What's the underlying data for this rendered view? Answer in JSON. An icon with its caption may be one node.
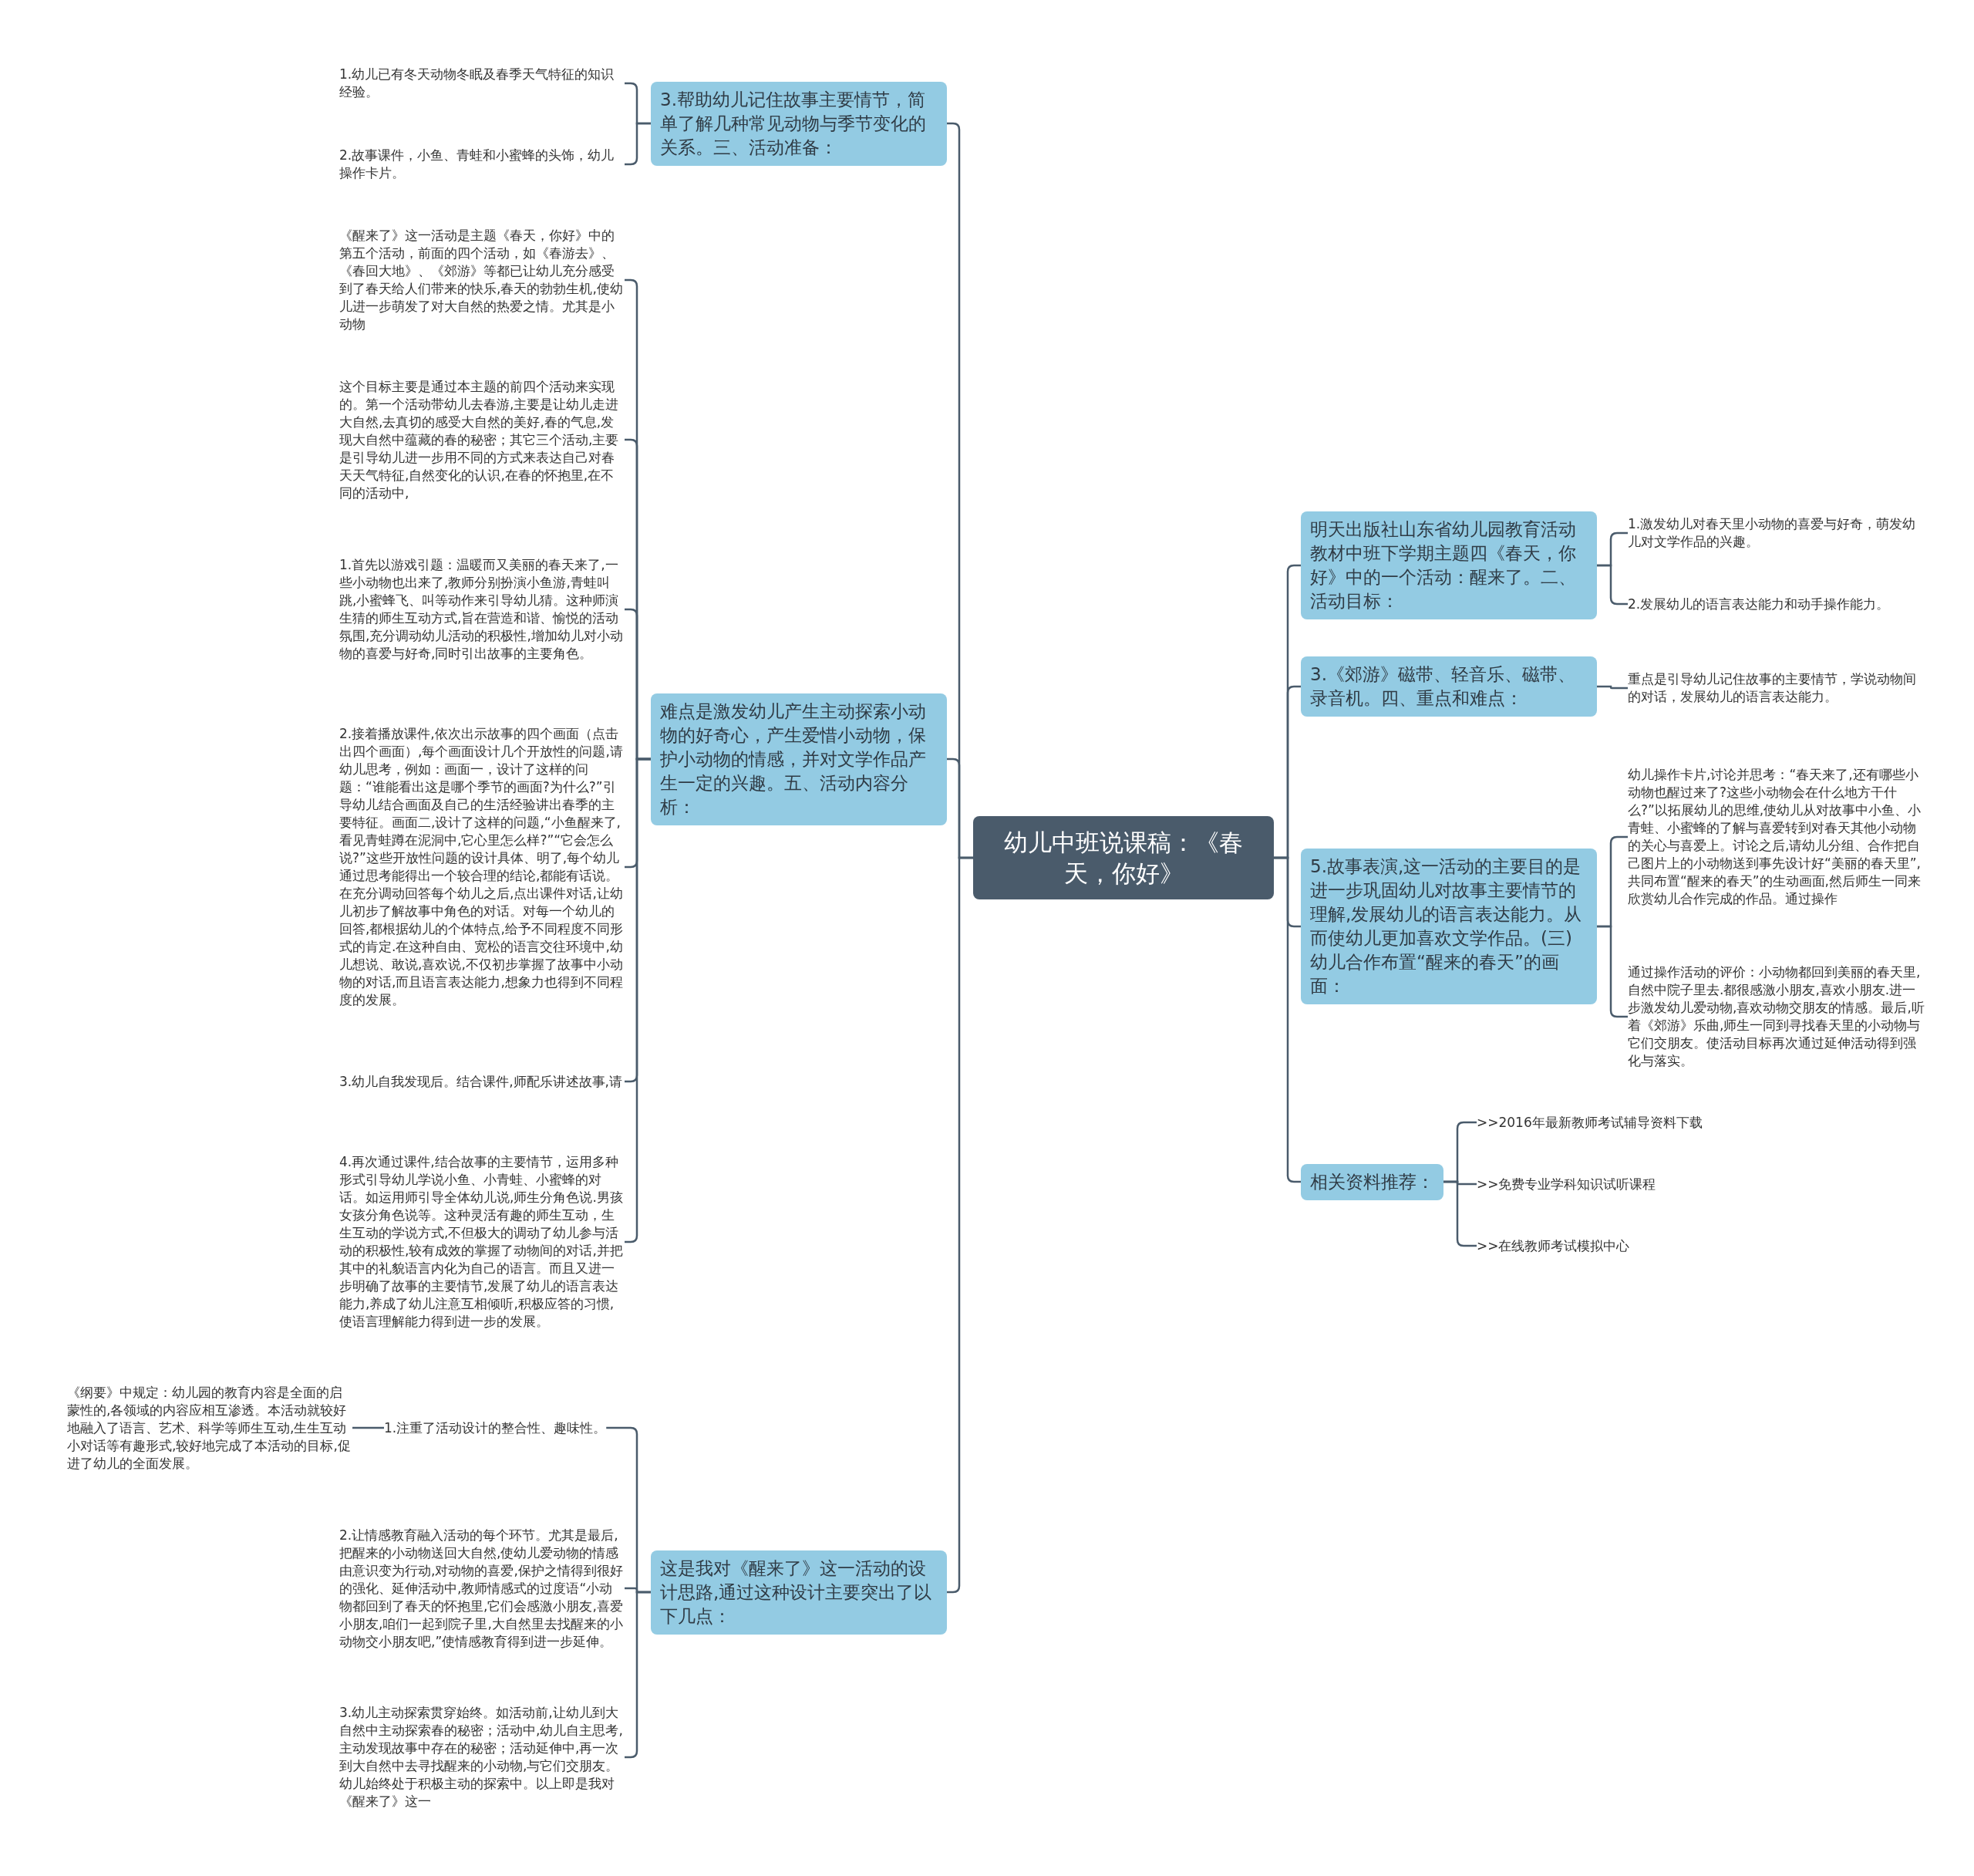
{
  "diagram": {
    "nodes": [
      {
        "text": [
          "幼儿中班说课稿：《春天，你好》"
        ]
      },
      {
        "text": [
          "3.帮助幼儿记住故事主要情节，简单了解几种常见动物与季节变化的关系。三、活动准备："
        ]
      },
      {
        "text": [
          "难点是激发幼儿产生主动探索小动物的好奇心，产生爱惜小动物，保护小动物的情感，并对文学作品产生一定的兴趣。五、活动内容分析："
        ]
      },
      {
        "text": [
          "这是我对《醒来了》这一活动的设计思路,通过这种设计主要突出了以下几点："
        ]
      },
      {
        "text": [
          "明天出版社山东省幼儿园教育活动教材中班下学期主题四《春天，你好》中的一个活动：醒来了。二、活动目标："
        ]
      },
      {
        "text": [
          "3.《郊游》磁带、轻音乐、磁带、录音机。四、重点和难点："
        ]
      },
      {
        "text": [
          "5.故事表演,这一活动的主要目的是进一步巩固幼儿对故事主要情节的理解,发展幼儿的语言表达能力。从而使幼儿更加喜欢文学作品。(三)幼儿合作布置“醒来的春天”的画面："
        ]
      },
      {
        "text": [
          "相关资料推荐："
        ]
      },
      {
        "text": [
          "1.幼儿已有冬天动物冬眠及春季天气特征的知识经验。"
        ]
      },
      {
        "text": [
          "2.故事课件，小鱼、青蛙和小蜜蜂的头饰，幼儿操作卡片。"
        ]
      },
      {
        "text": [
          "《醒来了》这一活动是主题《春天，你好》中的第五个活动，前面的四个活动，如《春游去》、《春回大地》、《郊游》等都已让幼儿充分感受到了春天给人们带来的快乐,春天的勃勃生机,使幼儿进一步萌发了对大自然的热爱之情。尤其是小动物"
        ]
      },
      {
        "text": [
          "这个目标主要是通过本主题的前四个活动来实现的。第一个活动带幼儿去春游,主要是让幼儿走进大自然,去真切的感受大自然的美好,春的气息,发现大自然中蕴藏的春的秘密；其它三个活动,主要是引导幼儿进一步用不同的方式来表达自己对春天天气特征,自然变化的认识,在春的怀抱里,在不同的活动中,"
        ]
      },
      {
        "text": [
          "1.首先以游戏引题：温暖而又美丽的春天来了,一些小动物也出来了,教师分别扮演小鱼游,青蛙叫跳,小蜜蜂飞、叫等动作来引导幼儿猜。这种师演生猜的师生互动方式,旨在营造和谐、愉悦的活动氛围,充分调动幼儿活动的积极性,增加幼儿对小动物的喜爱与好奇,同时引出故事的主要角色。"
        ]
      },
      {
        "text": [
          "2.接着播放课件,依次出示故事的四个画面（点击出四个画面）,每个画面设计几个开放性的问题,请幼儿思考，例如：画面一，设计了这样的问题：“谁能看出这是哪个季节的画面?为什么?”引导幼儿结合画面及自己的生活经验讲出春季的主要特征。画面二,设计了这样的问题,“小鱼醒来了,看见青蛙蹲在泥洞中,它心里怎么样?”“它会怎么说?”这些开放性问题的设计具体、明了,每个幼儿通过思考能得出一个较合理的结论,都能有话说。在充分调动回答每个幼儿之后,点出课件对话,让幼儿初步了解故事中角色的对话。对每一个幼儿的回答,都根据幼儿的个体特点,给予不同程度不同形式的肯定.在这种自由、宽松的语言交往环境中,幼儿想说、敢说,喜欢说,不仅初步掌握了故事中小动物的对话,而且语言表达能力,想象力也得到不同程度的发展。"
        ]
      },
      {
        "text": [
          "3.幼儿自我发现后。结合课件,师配乐讲述故事,请"
        ]
      },
      {
        "text": [
          "4.再次通过课件,结合故事的主要情节，运用多种形式引导幼儿学说小鱼、小青蛙、小蜜蜂的对话。如运用师引导全体幼儿说,师生分角色说.男孩女孩分角色说等。这种灵活有趣的师生互动，生生互动的学说方式,不但极大的调动了幼儿参与活动的积极性,较有成效的掌握了动物间的对话,并把其中的礼貌语言内化为自己的语言。而且又进一步明确了故事的主要情节,发展了幼儿的语言表达能力,养成了幼儿注意互相倾听,积极应答的习惯,使语言理解能力得到进一步的发展。"
        ]
      },
      {
        "text": [
          "1.注重了活动设计的整合性、趣味性。"
        ]
      },
      {
        "text": [
          "《纲要》中规定：幼儿园的教育内容是全面的启蒙性的,各领域的内容应相互渗透。本活动就较好地融入了语言、艺术、科学等师生互动,生生互动小对话等有趣形式,较好地完成了本活动的目标,促进了幼儿的全面发展。"
        ]
      },
      {
        "text": [
          "2.让情感教育融入活动的每个环节。尤其是最后,把醒来的小动物送回大自然,使幼儿爱动物的情感由意识变为行动,对动物的喜爱,保护之情得到很好的强化、延伸活动中,教师情感式的过度语“小动物都回到了春天的怀抱里,它们会感激小朋友,喜爱小朋友,咱们一起到院子里,大自然里去找醒来的小动物交小朋友吧,”使情感教育得到进一步延伸。"
        ]
      },
      {
        "text": [
          "3.幼儿主动探索贯穿始终。如活动前,让幼儿到大自然中主动探索春的秘密；活动中,幼儿自主思考,主动发现故事中存在的秘密；活动延伸中,再一次到大自然中去寻找醒来的小动物,与它们交朋友。幼儿始终处于积极主动的探索中。以上即是我对《醒来了》这一"
        ]
      },
      {
        "text": [
          "1.激发幼儿对春天里小动物的喜爱与好奇，萌发幼儿对文学作品的兴趣。"
        ]
      },
      {
        "text": [
          "2.发展幼儿的语言表达能力和动手操作能力。"
        ]
      },
      {
        "text": [
          "重点是引导幼儿记住故事的主要情节，学说动物间的对话，发展幼儿的语言表达能力。"
        ]
      },
      {
        "text": [
          "幼儿操作卡片,讨论并思考：“春天来了,还有哪些小动物也醒过来了?这些小动物会在什么地方干什么?”以拓展幼儿的思维,使幼儿从对故事中小鱼、小青蛙、小蜜蜂的了解与喜爱转到对春天其他小动物的关心与喜爱上。讨论之后,请幼儿分组、合作把自己图片上的小动物送到事先设计好“美丽的春天里”,共同布置“醒来的春天”的生动画面,然后师生一同来欣赏幼儿合作完成的作品。通过操作"
        ]
      },
      {
        "text": [
          "通过操作活动的评价：小动物都回到美丽的春天里,自然中院子里去.都很感激小朋友,喜欢小朋友.进一步激发幼儿爱动物,喜欢动物交朋友的情感。最后,听着《郊游》乐曲,师生一同到寻找春天里的小动物与它们交朋友。使活动目标再次通过延伸活动得到强化与落实。"
        ]
      },
      {
        "text": [
          ">>2016年最新教师考试辅导资料下载"
        ]
      },
      {
        "text": [
          ">>免费专业学科知识试听课程"
        ]
      },
      {
        "text": [
          ">>在线教师考试模拟中心"
        ]
      }
    ],
    "edges": [
      {
        "from": 0,
        "to": 1,
        "arrow": "none"
      },
      {
        "from": 0,
        "to": 2,
        "arrow": "none"
      },
      {
        "from": 0,
        "to": 3,
        "arrow": "none"
      },
      {
        "from": 0,
        "to": 4,
        "arrow": "none"
      },
      {
        "from": 0,
        "to": 5,
        "arrow": "none"
      },
      {
        "from": 0,
        "to": 6,
        "arrow": "none"
      },
      {
        "from": 0,
        "to": 7,
        "arrow": "none"
      },
      {
        "from": 1,
        "to": 8,
        "arrow": "none"
      },
      {
        "from": 1,
        "to": 9,
        "arrow": "none"
      },
      {
        "from": 2,
        "to": 10,
        "arrow": "none"
      },
      {
        "from": 2,
        "to": 11,
        "arrow": "none"
      },
      {
        "from": 2,
        "to": 12,
        "arrow": "none"
      },
      {
        "from": 2,
        "to": 13,
        "arrow": "none"
      },
      {
        "from": 2,
        "to": 14,
        "arrow": "none"
      },
      {
        "from": 2,
        "to": 15,
        "arrow": "none"
      },
      {
        "from": 3,
        "to": 16,
        "arrow": "none"
      },
      {
        "from": 16,
        "to": 17,
        "arrow": "none"
      },
      {
        "from": 3,
        "to": 18,
        "arrow": "none"
      },
      {
        "from": 3,
        "to": 19,
        "arrow": "none"
      },
      {
        "from": 4,
        "to": 20,
        "arrow": "none"
      },
      {
        "from": 4,
        "to": 21,
        "arrow": "none"
      },
      {
        "from": 5,
        "to": 22,
        "arrow": "none"
      },
      {
        "from": 6,
        "to": 23,
        "arrow": "none"
      },
      {
        "from": 6,
        "to": 24,
        "arrow": "none"
      },
      {
        "from": 7,
        "to": 25,
        "arrow": "none"
      },
      {
        "from": 7,
        "to": 26,
        "arrow": "none"
      },
      {
        "from": 7,
        "to": 27,
        "arrow": "none"
      }
    ]
  }
}
